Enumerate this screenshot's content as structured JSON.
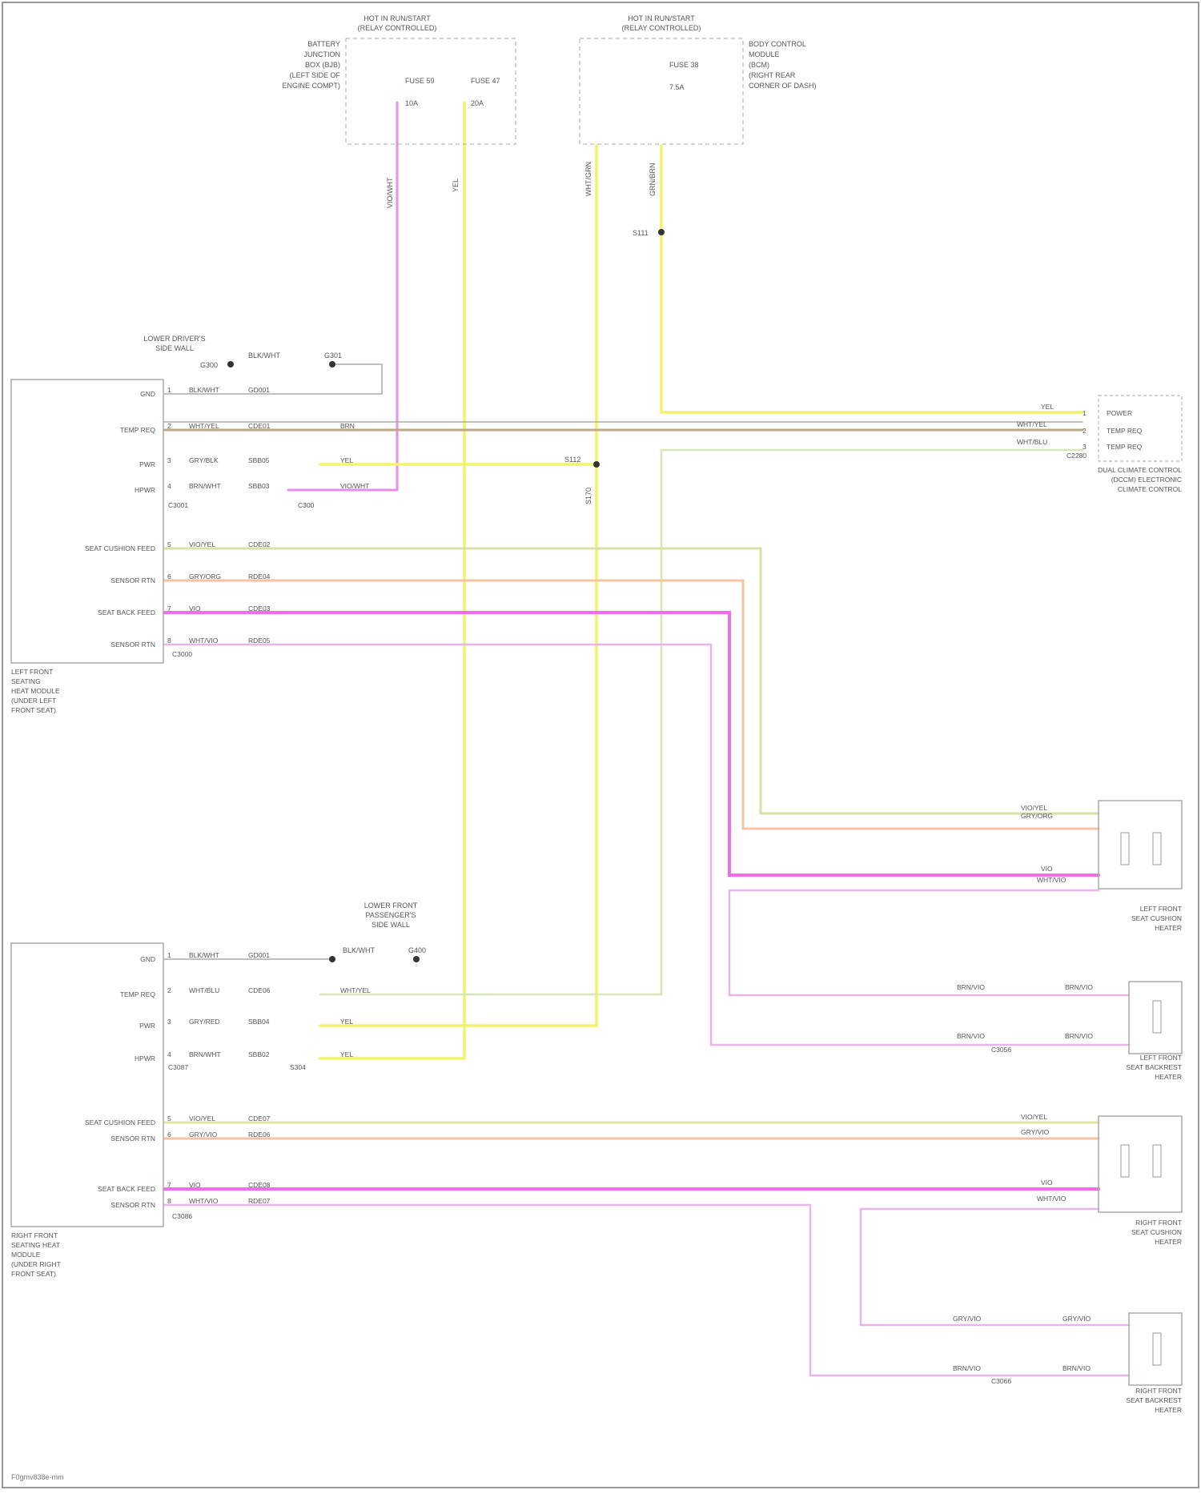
{
  "footer": {
    "code": "F0gmv838e-mm"
  },
  "relays": {
    "r1": {
      "title": [
        "HOT IN RUN/START",
        "(RELAY CONTROLLED)"
      ],
      "location": [
        "BATTERY",
        "JUNCTION",
        "BOX (BJB)",
        "(LEFT SIDE OF",
        "ENGINE COMPT)"
      ],
      "fuses": [
        {
          "name": "FUSE 59",
          "rating": "10A"
        },
        {
          "name": "FUSE 47",
          "rating": "20A"
        }
      ]
    },
    "r2": {
      "title": [
        "HOT IN RUN/START",
        "(RELAY CONTROLLED)"
      ],
      "location": [
        "BODY CONTROL",
        "MODULE",
        "(BCM)",
        "(RIGHT REAR",
        "CORNER OF DASH)"
      ],
      "fuses": [
        {
          "name": "FUSE 38",
          "rating": "7.5A"
        }
      ]
    }
  },
  "wire_labels": {
    "vio_wht": "VIO/WHT",
    "yel": "YEL",
    "wht_grn": "WHT/GRN",
    "grn_brn": "GRN/BRN",
    "splice_1": "S111",
    "splice_2": "S112",
    "splice_3": "S170"
  },
  "ground_1": {
    "label": [
      "LOWER DRIVER'S",
      "SIDE WALL"
    ],
    "id_left": "G300",
    "wire": "BLK/WHT",
    "id_right": "G301"
  },
  "ground_2": {
    "label": [
      "LOWER FRONT",
      "PASSENGER'S",
      "SIDE WALL"
    ],
    "id": "G400",
    "wire": "BLK/WHT"
  },
  "left_module": {
    "name": [
      "LEFT FRONT",
      "SEATING",
      "HEAT MODULE",
      "(UNDER LEFT",
      "FRONT SEAT)"
    ],
    "connector": "C3000",
    "pins": [
      {
        "label": "GND",
        "num": "1",
        "wire": "BLK/WHT",
        "circuit": "GD001"
      },
      {
        "label": "TEMP REQ",
        "num": "2",
        "wire": "WHT/YEL",
        "circuit": "CDE01",
        "wire2": "BRN"
      },
      {
        "label": "PWR",
        "num": "3",
        "wire": "GRY/BLK",
        "circuit": "SBB05",
        "wire2": "YEL"
      },
      {
        "label": "HPWR",
        "num": "4",
        "wire": "BRN/WHT",
        "circuit": "SBB03",
        "wire2": "VIO/WHT"
      },
      {
        "label": "SEAT CUSHION FEED",
        "num": "5",
        "wire": "VIO/YEL",
        "circuit": "CDE02"
      },
      {
        "label": "SENSOR RTN",
        "num": "6",
        "wire": "GRY/ORG",
        "circuit": "RDE04"
      },
      {
        "label": "SEAT BACK FEED",
        "num": "7",
        "wire": "VIO",
        "circuit": "CDE03"
      },
      {
        "label": "SENSOR RTN",
        "num": "8",
        "wire": "WHT/VIO",
        "circuit": "RDE05"
      }
    ],
    "extra_labels": [
      "C3001",
      "C300"
    ]
  },
  "right_module": {
    "name": [
      "RIGHT FRONT",
      "SEATING HEAT",
      "MODULE",
      "(UNDER RIGHT",
      "FRONT SEAT)"
    ],
    "connector": "C3086",
    "pins": [
      {
        "label": "GND",
        "num": "1",
        "wire": "BLK/WHT",
        "circuit": "GD001"
      },
      {
        "label": "TEMP REQ",
        "num": "2",
        "wire": "WHT/BLU",
        "circuit": "CDE06",
        "wire2": "WHT/YEL"
      },
      {
        "label": "PWR",
        "num": "3",
        "wire": "GRY/RED",
        "circuit": "SBB04",
        "wire2": "YEL"
      },
      {
        "label": "HPWR",
        "num": "4",
        "wire": "BRN/WHT",
        "circuit": "SBB02",
        "wire2": "YEL"
      },
      {
        "label": "SEAT CUSHION FEED",
        "num": "5",
        "wire": "VIO/YEL",
        "circuit": "CDE07"
      },
      {
        "label": "SENSOR RTN",
        "num": "6",
        "wire": "GRY/VIO",
        "circuit": "RDE06"
      },
      {
        "label": "SEAT BACK FEED",
        "num": "7",
        "wire": "VIO",
        "circuit": "CDE08"
      },
      {
        "label": "SENSOR RTN",
        "num": "8",
        "wire": "WHT/VIO",
        "circuit": "RDE07"
      }
    ],
    "extra_labels": [
      "C3087",
      "S304"
    ]
  },
  "switch": {
    "name": [
      "DUAL CLIMATE CONTROL",
      "(DCCM) ELECTRONIC",
      "CLIMATE CONTROL"
    ],
    "connector": "C2280",
    "pins": [
      {
        "num": "1",
        "label": "POWER",
        "wire": "YEL"
      },
      {
        "num": "2",
        "label": "TEMP REQ",
        "wire": "WHT/YEL"
      },
      {
        "num": "3",
        "label": "TEMP REQ",
        "wire": "WHT/BLU"
      }
    ]
  },
  "left_cushion": {
    "name": [
      "LEFT FRONT",
      "SEAT CUSHION",
      "HEATER"
    ],
    "wire_top_a": "VIO/YEL",
    "wire_top_b": "GRY/ORG",
    "wire_bot_a": "VIO",
    "wire_bot_b": "WHT/VIO"
  },
  "left_back": {
    "name": [
      "LEFT FRONT",
      "SEAT BACKREST",
      "HEATER"
    ],
    "connector": "C3056",
    "wire_top": "BRN/VIO",
    "wire_top_r": "BRN/VIO",
    "wire_bot": "BRN/VIO",
    "wire_bot_r": "BRN/VIO"
  },
  "right_cushion": {
    "name": [
      "RIGHT FRONT",
      "SEAT CUSHION",
      "HEATER"
    ],
    "wire_top_a": "VIO/YEL",
    "wire_top_b": "GRY/VIO",
    "wire_bot_a": "VIO",
    "wire_bot_b": "WHT/VIO"
  },
  "right_back": {
    "name": [
      "RIGHT FRONT",
      "SEAT BACKREST",
      "HEATER"
    ],
    "connector": "C3066",
    "wire_top": "GRY/VIO",
    "wire_top_r": "GRY/VIO",
    "wire_bot": "BRN/VIO",
    "wire_bot_r": "BRN/VIO"
  }
}
